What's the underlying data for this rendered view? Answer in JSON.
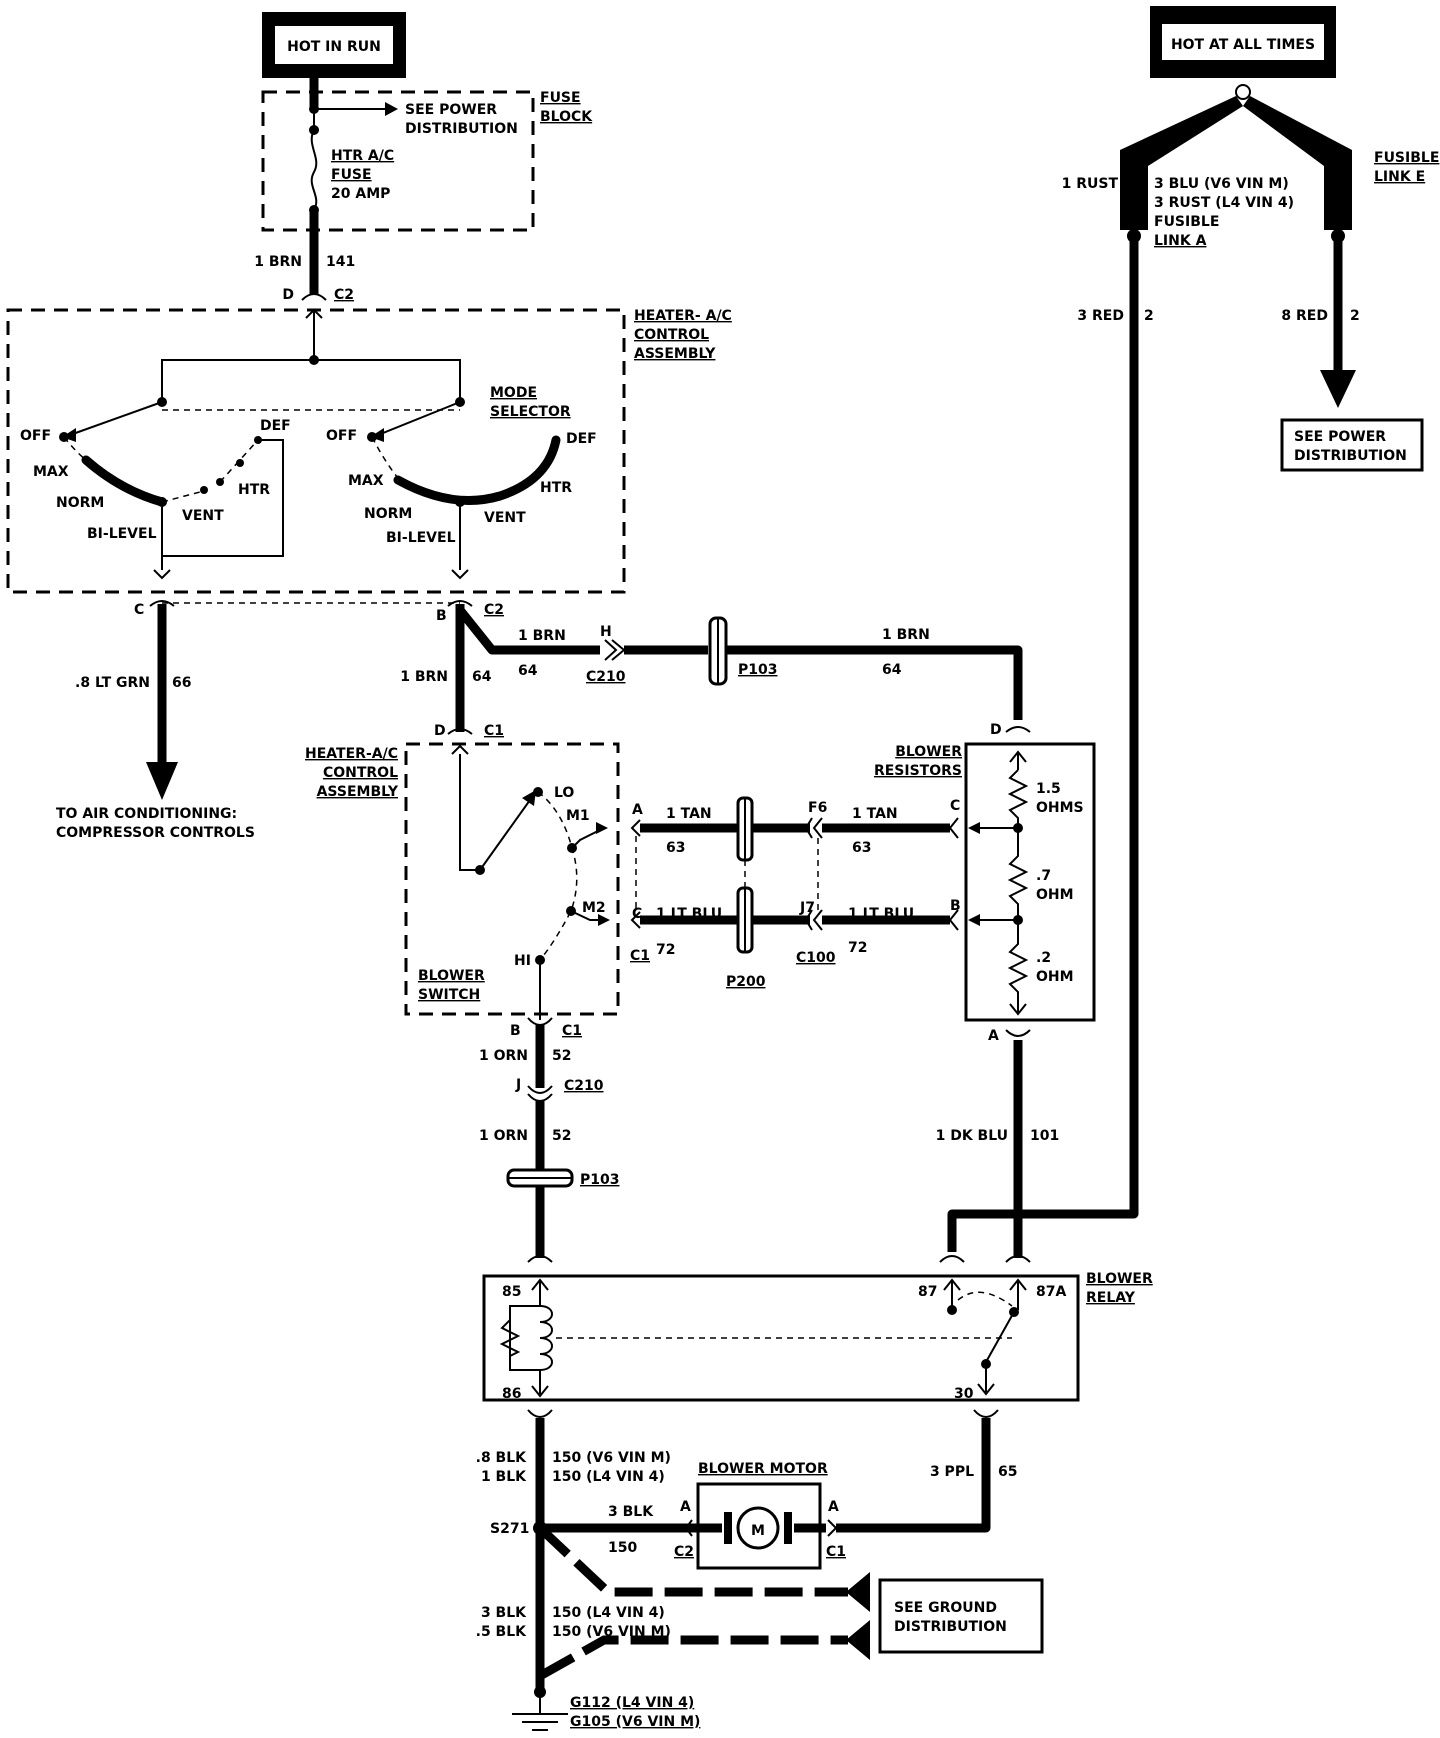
{
  "power": {
    "hot_in_run": "HOT IN RUN",
    "hot_at_all_times": "HOT AT ALL TIMES"
  },
  "fuse_block": {
    "see_power": "SEE POWER",
    "distribution": "DISTRIBUTION",
    "title_1": "FUSE",
    "title_2": "BLOCK",
    "fuse_1": "HTR A/C",
    "fuse_2": "FUSE",
    "fuse_3": "20 AMP"
  },
  "fusible": {
    "rust1": "1 RUST",
    "blu": "3 BLU  (V6  VIN M)",
    "rust3": "3 RUST  (L4  VIN 4)",
    "fusible_a1": "FUSIBLE",
    "fusible_a2": "LINK A",
    "fusible_e1": "FUSIBLE",
    "fusible_e2": "LINK E",
    "red3": "3 RED",
    "red3_num": "2",
    "red8": "8 RED",
    "red8_num": "2",
    "see_power_1": "SEE POWER",
    "see_power_2": "DISTRIBUTION"
  },
  "top_wire": {
    "color": "1 BRN",
    "circuit": "141",
    "pin": "D",
    "conn": "C2"
  },
  "control_assembly": {
    "title_1": "HEATER- A/C",
    "title_2": "CONTROL",
    "title_3": "ASSEMBLY",
    "mode_1": "MODE",
    "mode_2": "SELECTOR",
    "off": "OFF",
    "def": "DEF",
    "max": "MAX",
    "norm": "NORM",
    "vent": "VENT",
    "htr": "HTR",
    "bilevel": "BI-LEVEL",
    "pin_c": "C",
    "pin_b": "B",
    "conn_c2": "C2"
  },
  "ac_wire": {
    "color": ".8 LT GRN",
    "circuit": "66",
    "dest_1": "TO AIR CONDITIONING:",
    "dest_2": "COMPRESSOR CONTROLS"
  },
  "brn64": {
    "color": "1 BRN",
    "circuit": "64",
    "pin_h": "H",
    "c210": "C210",
    "p103": "P103"
  },
  "blower_switch": {
    "pin_d": "D",
    "conn": "C1",
    "title_1": "HEATER-A/C",
    "title_2": "CONTROL",
    "title_3": "ASSEMBLY",
    "lo": "LO",
    "m1": "M1",
    "m2": "M2",
    "hi": "HI",
    "name_1": "BLOWER",
    "name_2": "SWITCH",
    "pin_a": "A",
    "pin_c": "C",
    "conn_c1": "C1",
    "pin_b": "B"
  },
  "tan": {
    "color": "1 TAN",
    "circuit": "63",
    "f6": "F6",
    "pin_c": "C"
  },
  "ltblu": {
    "color": "1 LT BLU",
    "circuit": "72",
    "j7": "J7",
    "pin_b": "B",
    "p200": "P200",
    "c100": "C100"
  },
  "resistors": {
    "title_1": "BLOWER",
    "title_2": "RESISTORS",
    "pin_d": "D",
    "pin_a": "A",
    "r1": "1.5",
    "r1u": "OHMS",
    "r2": ".7",
    "r2u": "OHM",
    "r3": ".2",
    "r3u": "OHM"
  },
  "orn": {
    "color": "1 ORN",
    "circuit": "52",
    "pin_j": "J",
    "c210": "C210",
    "p103": "P103",
    "conn_c1": "C1"
  },
  "dkblu": {
    "color": "1 DK BLU",
    "circuit": "101"
  },
  "relay": {
    "title_1": "BLOWER",
    "title_2": "RELAY",
    "p85": "85",
    "p86": "86",
    "p87": "87",
    "p87a": "87A",
    "p30": "30"
  },
  "ground": {
    "blk8": ".8 BLK",
    "blk1": "1 BLK",
    "c150_v6": "150  (V6  VIN M)",
    "c150_l4": "150  (L4  VIN 4)",
    "s271": "S271",
    "blk3w": "3 BLK",
    "c150": "150",
    "c2": "C2",
    "pin_a": "A",
    "blk3": "3 BLK",
    "blk5": ".5 BLK",
    "c150_l4b": "150  (L4  VIN 4)",
    "c150_v6b": "150  (V6  VIN M)",
    "see_ground_1": "SEE GROUND",
    "see_ground_2": "DISTRIBUTION",
    "g112": "G112  (L4  VIN 4)",
    "g105": "G105  (V6  VIN M)"
  },
  "motor": {
    "title": "BLOWER MOTOR",
    "m": "M",
    "pin_a_left": "A",
    "pin_a_right": "A",
    "c1": "C1"
  },
  "ppl": {
    "color": "3 PPL",
    "circuit": "65"
  }
}
